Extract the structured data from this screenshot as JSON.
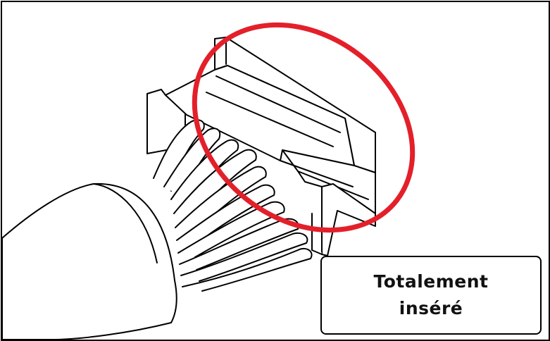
{
  "callout": {
    "line1": "Totalement",
    "line2": "inséré"
  },
  "colors": {
    "stroke": "#000000",
    "highlight": "#e3202a",
    "background": "#ffffff"
  },
  "icons": [
    "connector-illustration",
    "wire-bundle",
    "highlight-ellipse"
  ]
}
